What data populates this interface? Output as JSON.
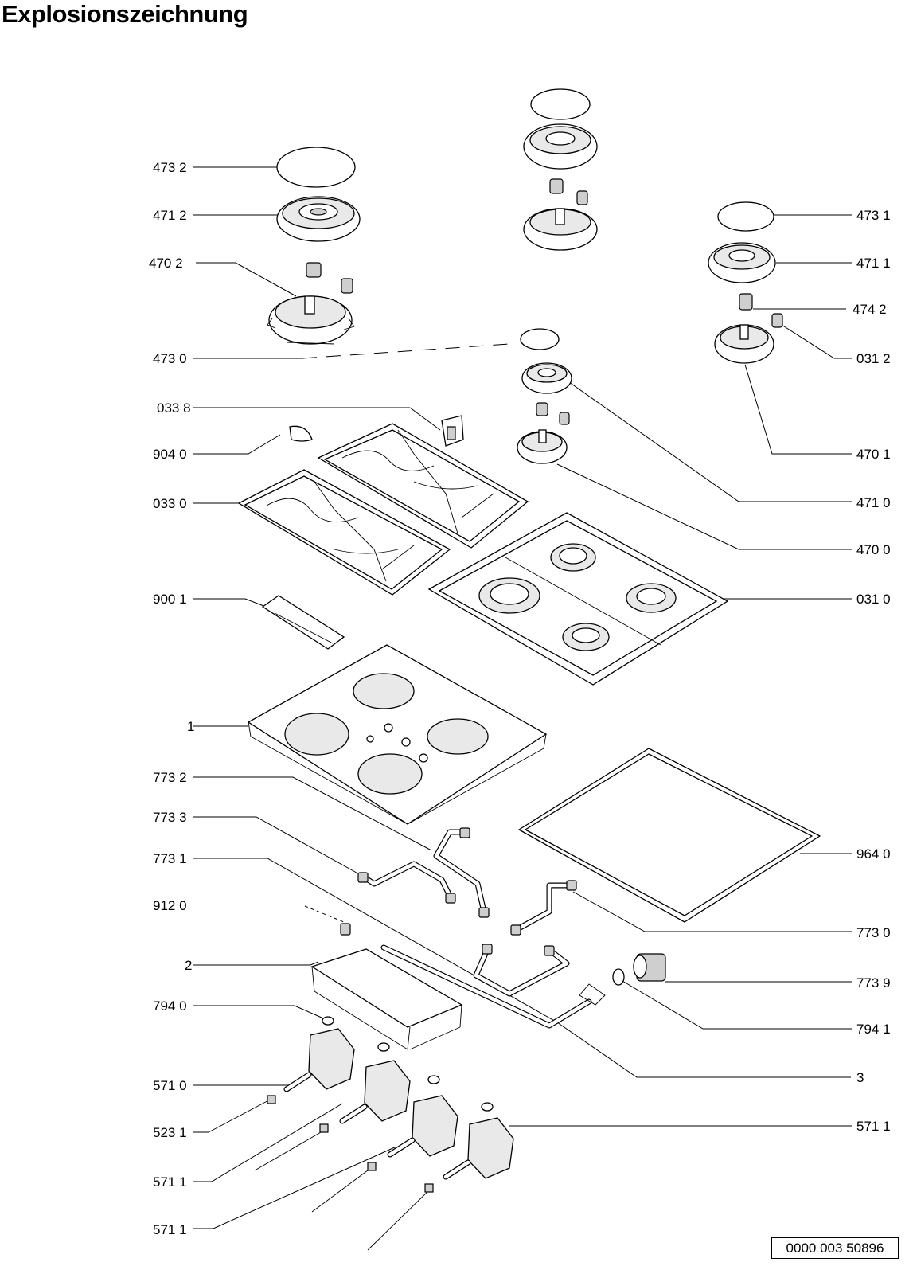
{
  "title": "Explosionszeichnung",
  "document_number": "0000 003 50896",
  "labels": {
    "l4732": "473 2",
    "l4712": "471 2",
    "l4702": "470  2",
    "l4730": "473 0",
    "l0338": "033 8",
    "l9040": "904 0",
    "l0330": "033 0",
    "l9001": "900 1",
    "l1": "1",
    "l7732": "773 2",
    "l7733": "773 3",
    "l7731": "773 1",
    "l9120": "912 0",
    "l2": "2",
    "l7940": "794 0",
    "l5710": "571 0",
    "l5231": "523 1",
    "l5711a": "571 1",
    "l5711b": "571 1",
    "r4731": "473 1",
    "r4711": "471 1",
    "r4742": "474 2",
    "r0312": "031 2",
    "r4701": "470 1",
    "r4710": "471 0",
    "r4700": "470 0",
    "r0310": "031 0",
    "r9640": "964 0",
    "r7730": "773 0",
    "r7739": "773 9",
    "r7941": "794 1",
    "r3": "3",
    "r5711": "571 1"
  }
}
